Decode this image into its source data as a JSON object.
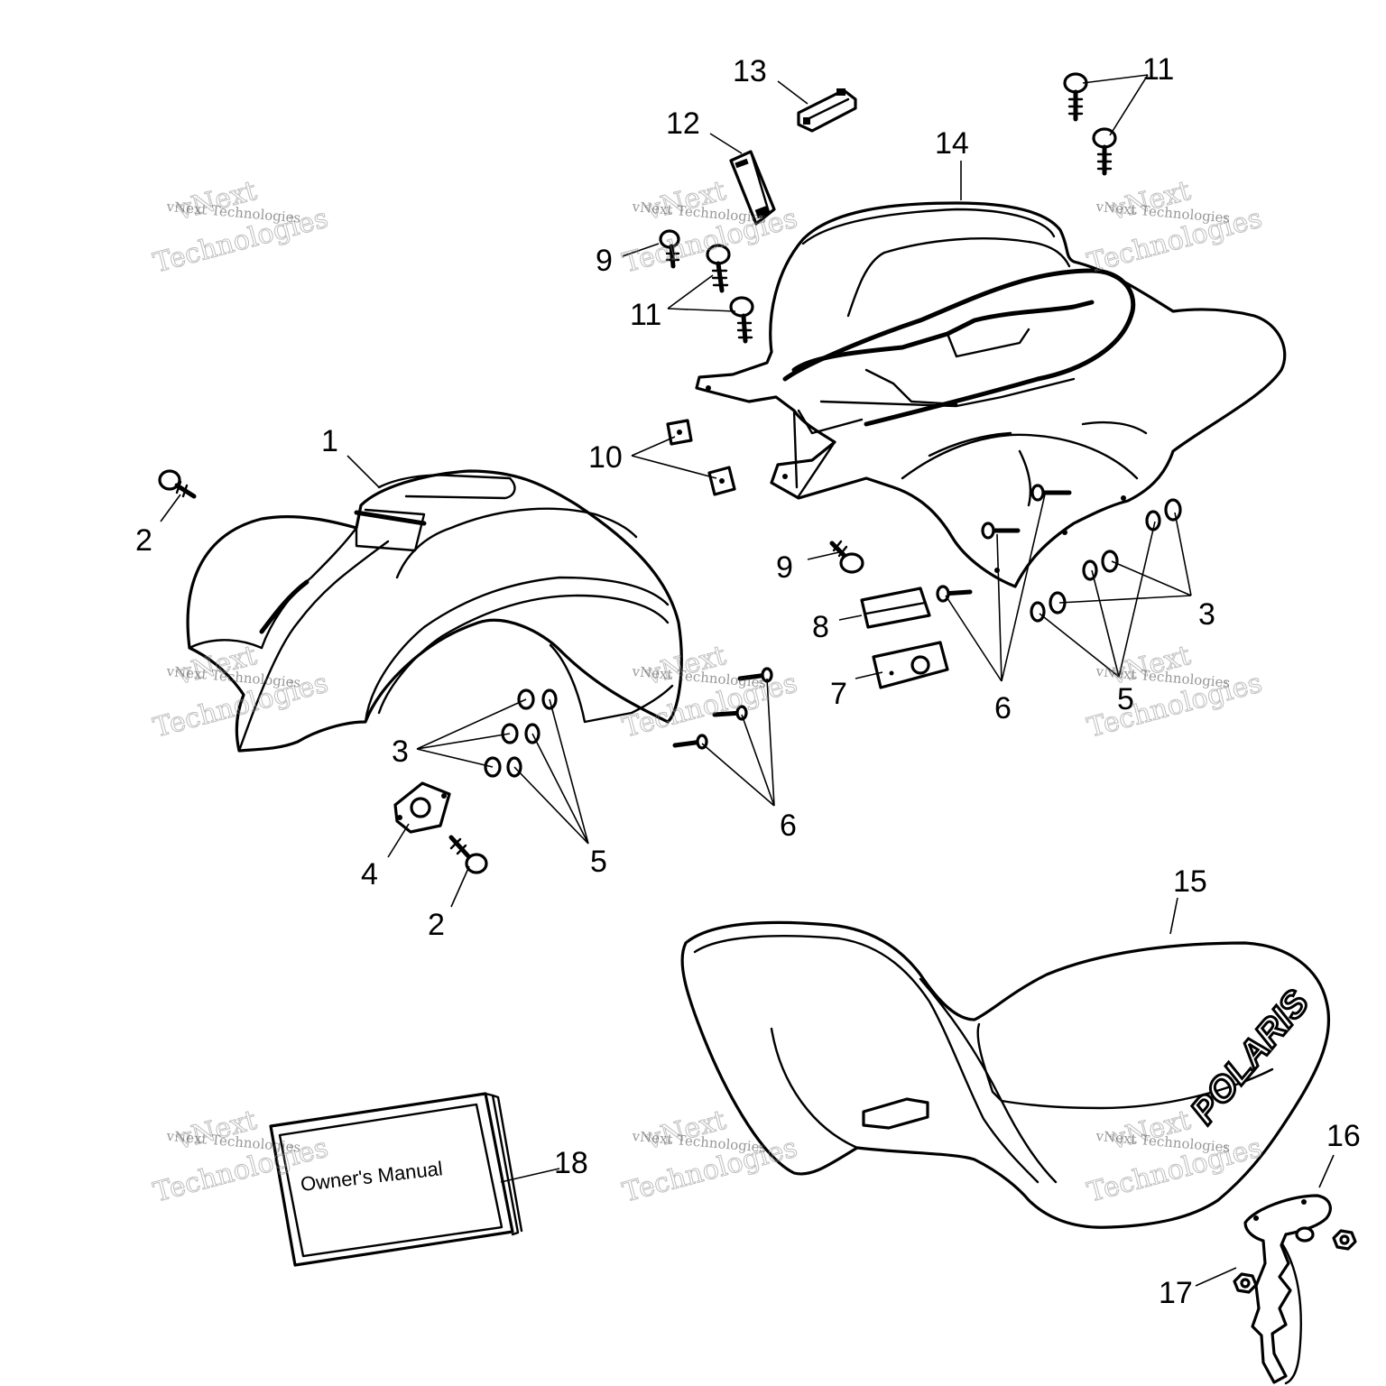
{
  "callouts": {
    "c1": "1",
    "c2a": "2",
    "c2b": "2",
    "c3a": "3",
    "c3b": "3",
    "c4": "4",
    "c5a": "5",
    "c5b": "5",
    "c6a": "6",
    "c6b": "6",
    "c7": "7",
    "c8": "8",
    "c9a": "9",
    "c9b": "9",
    "c10": "10",
    "c11a": "11",
    "c11b": "11",
    "c12": "12",
    "c13": "13",
    "c14": "14",
    "c15": "15",
    "c16": "16",
    "c17": "17",
    "c18": "18"
  },
  "manual": {
    "title": "Owner's Manual"
  },
  "seat": {
    "brand": "POLARIS"
  },
  "watermark": {
    "line1": "vNext",
    "line2": "vNext Technologies",
    "line3": "Technologies"
  }
}
